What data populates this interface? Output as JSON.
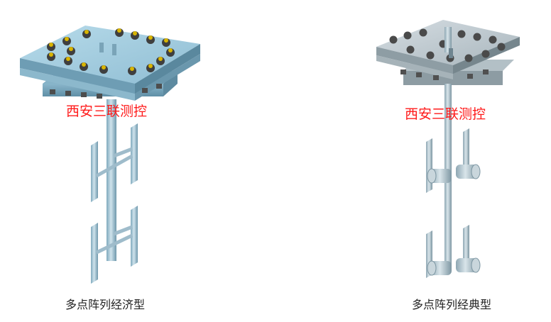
{
  "figures": [
    {
      "watermark": "西安三联测控",
      "caption": "多点阵列经济型"
    },
    {
      "watermark": "西安三联测控",
      "caption": "多点阵列经典型"
    }
  ],
  "colors": {
    "plate_top": "#9fc8dc",
    "plate_side": "#7ea9bf",
    "steel": "#b9cbd4",
    "bolt": "#4a4a4a",
    "bolt_cap": "#d8b400",
    "watermark": "#ff1a1a"
  }
}
